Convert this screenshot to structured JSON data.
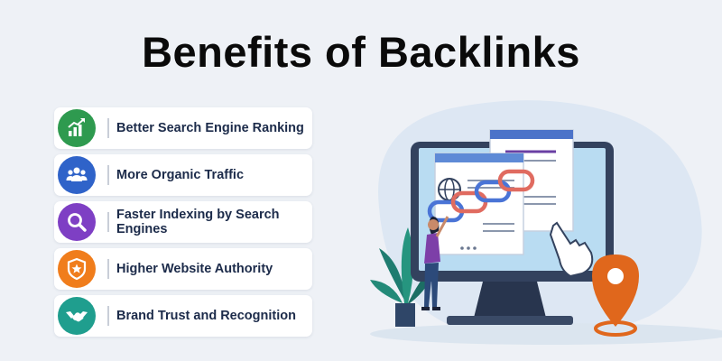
{
  "title": "Benefits of Backlinks",
  "benefits": [
    {
      "label": "Better Search Engine Ranking",
      "icon": "growth-chart-icon",
      "color": "#2e9a4f"
    },
    {
      "label": "More Organic Traffic",
      "icon": "users-group-icon",
      "color": "#2f63c9"
    },
    {
      "label": "Faster Indexing by Search Engines",
      "icon": "magnifier-icon",
      "color": "#7e3fc4"
    },
    {
      "label": "Higher Website Authority",
      "icon": "star-shield-icon",
      "color": "#f07d1c"
    },
    {
      "label": "Brand Trust and Recognition",
      "icon": "handshake-icon",
      "color": "#1f9e8e"
    }
  ],
  "illustration": {
    "icons": [
      "monitor-icon",
      "chain-link-icon",
      "globe-icon",
      "location-pin-icon",
      "pointing-hand-icon",
      "plant-icon",
      "person-icon"
    ]
  }
}
